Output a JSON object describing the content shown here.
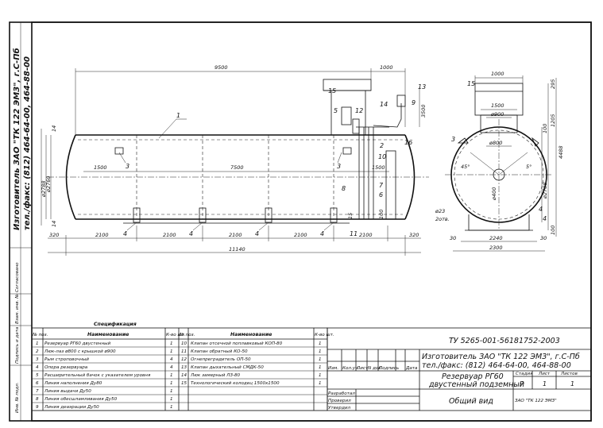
{
  "side_vertical": {
    "line1": "Изготовитель ЗАО \"ТК 122 ЭМЗ\", г.С-Пб",
    "line2": "тел./факс: (812) 464-64-00, 464-88-00",
    "stamps": [
      "Согласовано",
      "Инв. № подл.",
      "Подпись и дата",
      "Взам. инв. №"
    ]
  },
  "dimensions": {
    "d9500": "9500",
    "d1000_top": "1000",
    "d3500": "3500",
    "d14a": "14",
    "d14b": "14",
    "d2788": "ø2788",
    "d2760": "ø2760",
    "d1500_left": "1500",
    "d7500": "7500",
    "d1500_right": "1500",
    "d320a": "320",
    "d320b": "320",
    "d2100": "2100",
    "d11140": "11140",
    "d1000_side": "1000",
    "d1500_side": "1500",
    "d900": "ø900",
    "d800": "ø800",
    "d295": "295",
    "d1205": "1205",
    "d4488": "4488",
    "d2788_side": "ø2788",
    "d100a": "100",
    "d100b": "100",
    "d45a": "45°",
    "d45b": "5°",
    "d400": "ø400",
    "d23": "ø23",
    "d2otv": "2отв.",
    "d30a": "30",
    "d30b": "30",
    "d2240": "2240",
    "d2300": "2300",
    "d15": "15",
    "d100v": "100"
  },
  "callouts": {
    "c1": "1",
    "c2": "2",
    "c3": "3",
    "c3b": "3",
    "c3c": "3",
    "c4": [
      "4",
      "4",
      "4",
      "4",
      "4"
    ],
    "c5": "5",
    "c6": "6",
    "c7": "7",
    "c8": "8",
    "c9": "9",
    "c10": "10",
    "c11": "11",
    "c12": "12",
    "c13": "13",
    "c14": "14",
    "c15": "15",
    "c16": "16",
    "s15": "15",
    "s4": "4"
  },
  "spec": {
    "title": "Спецификация",
    "headers": {
      "pos": "№ поз.",
      "name": "Наименование",
      "qty": "К-во шт."
    },
    "left_rows": [
      {
        "pos": "1",
        "name": "Резервуар РГ60 двустенный",
        "qty": "1"
      },
      {
        "pos": "2",
        "name": "Люк-лаз ø800 с крышкой ø900",
        "qty": "1"
      },
      {
        "pos": "3",
        "name": "Рым строповочный",
        "qty": "4"
      },
      {
        "pos": "4",
        "name": "Опора резервуара",
        "qty": "4"
      },
      {
        "pos": "5",
        "name": "Расширительный бачок с указателем уровня",
        "qty": "1"
      },
      {
        "pos": "6",
        "name": "Линия наполнения Ду80",
        "qty": "1"
      },
      {
        "pos": "7",
        "name": "Линия выдачи Ду50",
        "qty": "1"
      },
      {
        "pos": "8",
        "name": "Линия обесшламливания Ду50",
        "qty": "1"
      },
      {
        "pos": "9",
        "name": "Линия деаэрации Ду50",
        "qty": "1"
      }
    ],
    "right_rows": [
      {
        "pos": "10",
        "name": "Клапан отсечной поплавковый КОП-80",
        "qty": "1"
      },
      {
        "pos": "11",
        "name": "Клапан обратный КО-50",
        "qty": "1"
      },
      {
        "pos": "12",
        "name": "Огнепреградитель ОП-50",
        "qty": "1"
      },
      {
        "pos": "13",
        "name": "Клапан дыхательный СМДК-50",
        "qty": "1"
      },
      {
        "pos": "14",
        "name": "Люк замерный ЛЗ-80",
        "qty": "1"
      },
      {
        "pos": "15",
        "name": "Технологический колодец 1500х1500",
        "qty": "1"
      },
      {
        "pos": "",
        "name": "",
        "qty": ""
      },
      {
        "pos": "",
        "name": "",
        "qty": ""
      },
      {
        "pos": "",
        "name": "",
        "qty": ""
      }
    ]
  },
  "title_block": {
    "doc_code": "ТУ 5265-001-56181752-2003",
    "maker1": "Изготовитель ЗАО \"ТК 122 ЭМЗ\", г.С-Пб",
    "maker2": "тел./факс: (812) 464-64-00, 464-88-00",
    "cols": [
      "Изм.",
      "Кол.уч.",
      "Лист",
      "N док.",
      "Подпись",
      "Дата"
    ],
    "roles": [
      "Разработал",
      "Проверил",
      "Утвердил"
    ],
    "product1": "Резервуар РГ60",
    "product2": "двустенный подземный",
    "view": "Общий вид",
    "stage_label": "Стадия",
    "sheet_label": "Лист",
    "sheets_label": "Листов",
    "stage": "Р",
    "sheet": "1",
    "sheets": "1",
    "org": "ЗАО \"ТК 122 ЭМЗ\""
  }
}
